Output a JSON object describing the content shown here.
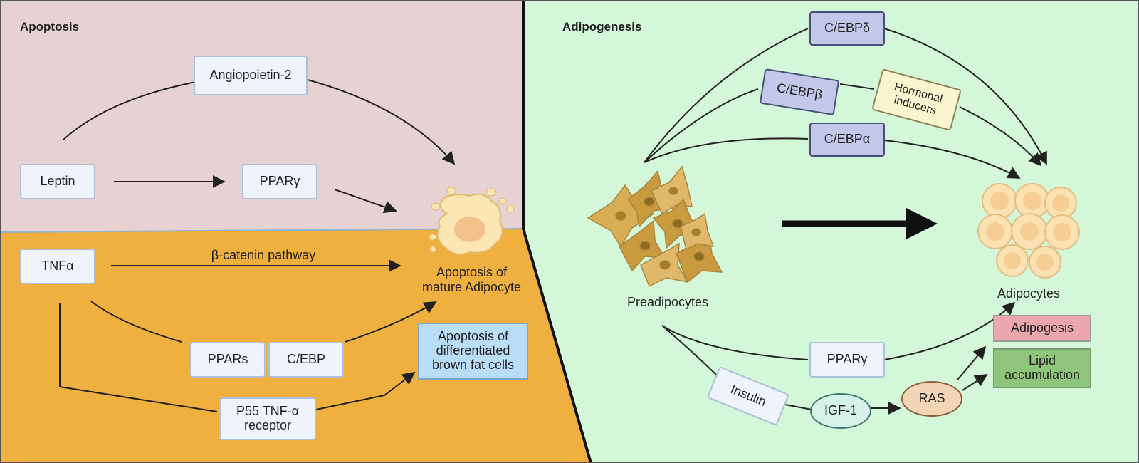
{
  "panels": {
    "left_title": "Apoptosis",
    "right_title": "Adipogenesis"
  },
  "apoptosis": {
    "angiopoietin": "Angiopoietin-2",
    "leptin": "Leptin",
    "ppar_gamma": "PPARγ",
    "tnf_alpha": "TNFα",
    "beta_catenin": "β-catenin pathway",
    "apoptosis_mature": "Apoptosis of\nmature Adipocyte",
    "ppars": "PPARs",
    "c_ebp": "C/EBP",
    "p55": "P55 TNF-α\nreceptor",
    "apoptosis_brown": "Apoptosis of\ndifferentiated\nbrown fat cells"
  },
  "adipogenesis": {
    "cebp_delta": "C/EBPδ",
    "cebp_beta": "C/EBPβ",
    "hormonal": "Hormonal\ninducers",
    "cebp_alpha": "C/EBPα",
    "preadipocytes": "Preadipocytes",
    "adipocytes": "Adipocytes",
    "ppar_gamma": "PPARγ",
    "insulin": "Insulin",
    "igf1": "IGF-1",
    "ras": "RAS",
    "adipogesis": "Adipogesis",
    "lipid": "Lipid\naccumulation"
  },
  "colors": {
    "apoptosis_top_bg": "#e6d1d3",
    "apoptosis_bottom_bg": "#f0b040",
    "adipogenesis_bg": "#d5f7d9"
  }
}
